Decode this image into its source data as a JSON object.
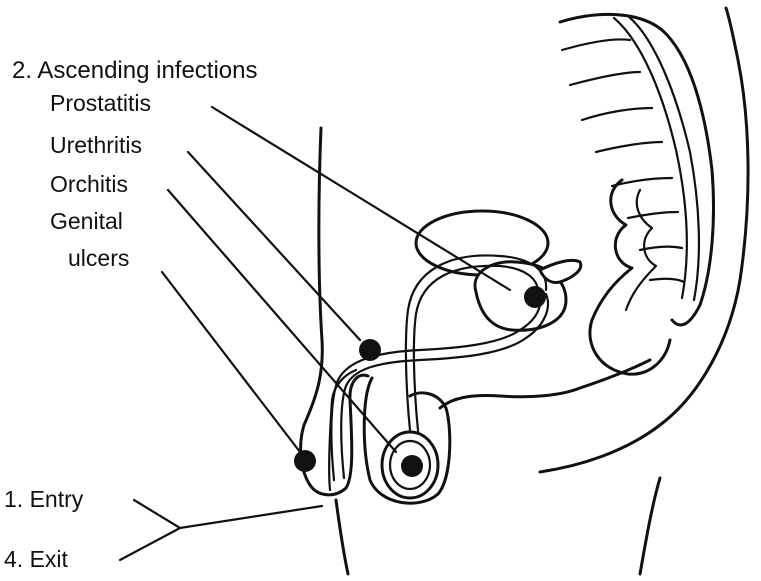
{
  "labels": {
    "ascending_header": "2. Ascending infections",
    "prostatitis": "Prostatitis",
    "urethritis": "Urethritis",
    "orchitis": "Orchitis",
    "genital": "Genital",
    "ulcers": "ulcers",
    "entry": "1. Entry",
    "exit": "4. Exit"
  },
  "colors": {
    "ink": "#111111",
    "background": "#ffffff"
  }
}
